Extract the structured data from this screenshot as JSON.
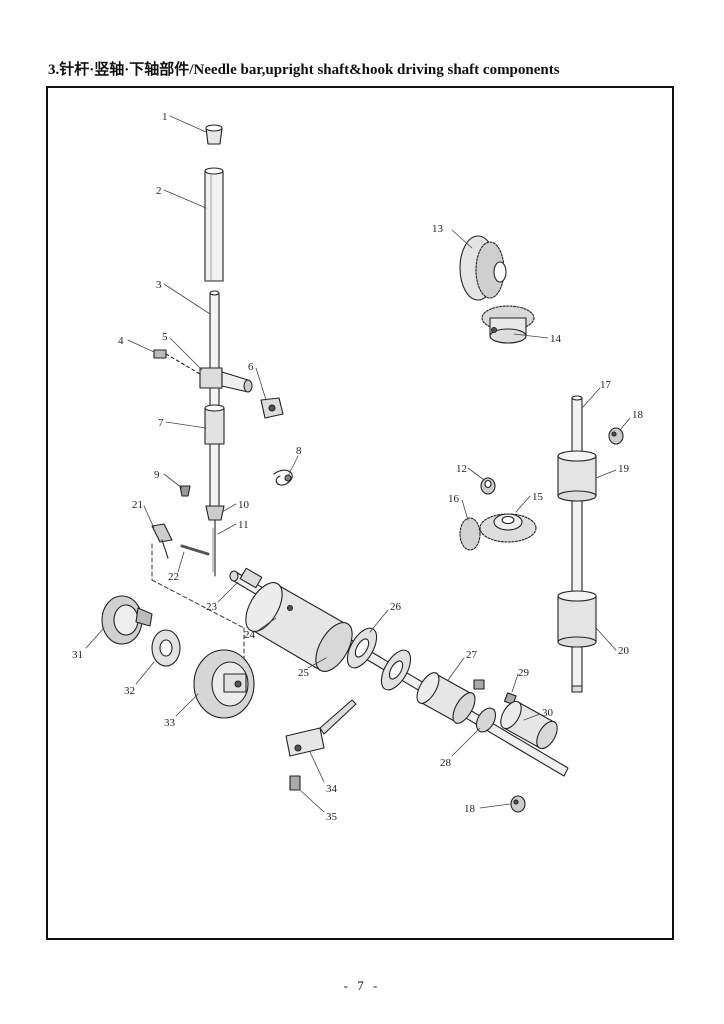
{
  "header": {
    "section_title": "3.针杆·竖轴·下轴部件/Needle bar,upright shaft&hook driving shaft components"
  },
  "diagram": {
    "callouts": [
      "1",
      "2",
      "3",
      "4",
      "5",
      "6",
      "7",
      "8",
      "9",
      "10",
      "11",
      "12",
      "13",
      "14",
      "15",
      "16",
      "17",
      "18",
      "19",
      "20",
      "21",
      "22",
      "23",
      "24",
      "25",
      "26",
      "27",
      "28",
      "29",
      "30",
      "31",
      "32",
      "33",
      "34",
      "35",
      "18"
    ]
  },
  "footer": {
    "page_number": "- 7 -"
  }
}
